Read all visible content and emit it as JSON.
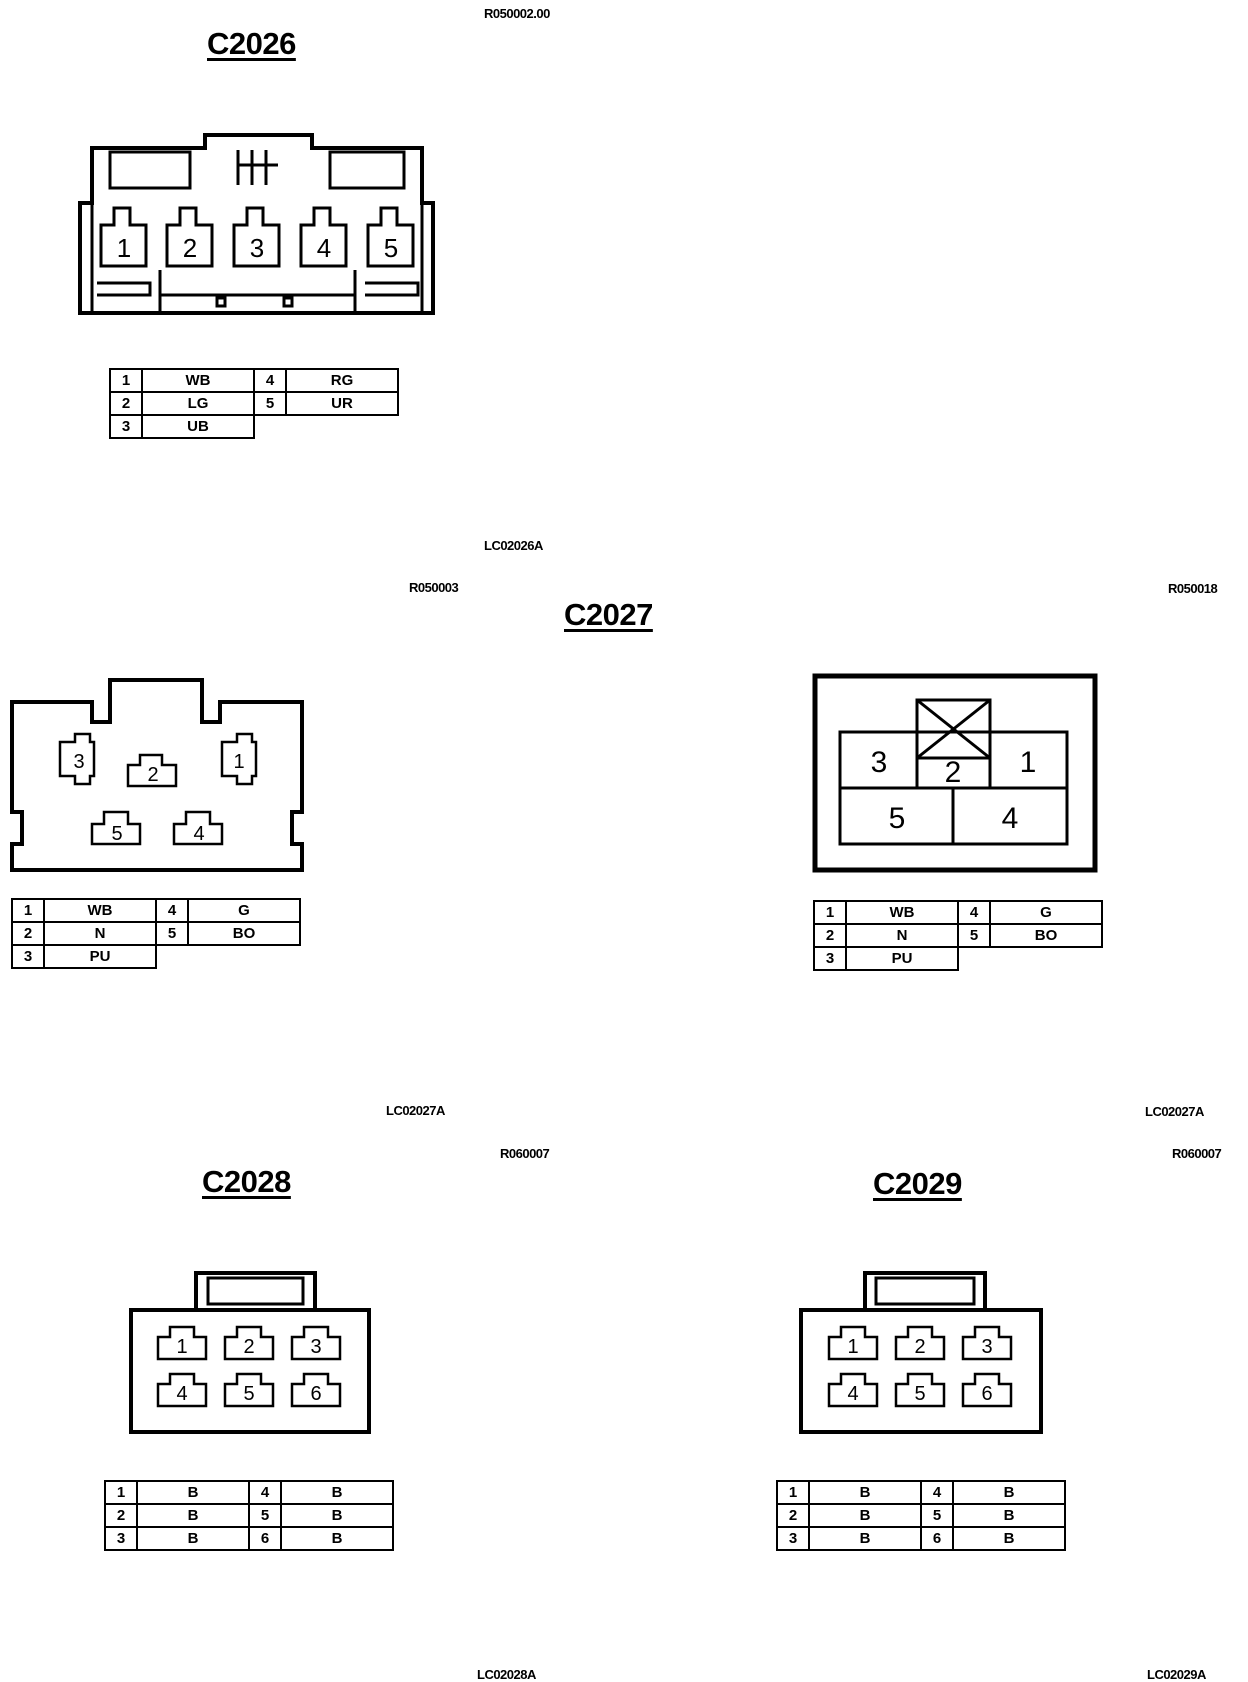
{
  "refs": {
    "r1": "R050002.00",
    "r2": "R050003",
    "r3": "R050018",
    "r4": "R060007",
    "r5": "R060007"
  },
  "titles": {
    "c2026": "C2026",
    "c2027": "C2027",
    "c2028": "C2028",
    "c2029": "C2029"
  },
  "figures": {
    "f1": "LC02026A",
    "f2": "LC02027A",
    "f3": "LC02027A",
    "f4": "LC02028A",
    "f5": "LC02029A"
  },
  "connectors": {
    "c2026": {
      "pins": [
        "1",
        "2",
        "3",
        "4",
        "5"
      ],
      "wires": [
        {
          "pin": "1",
          "color": "WB"
        },
        {
          "pin": "2",
          "color": "LG"
        },
        {
          "pin": "3",
          "color": "UB"
        },
        {
          "pin": "4",
          "color": "RG"
        },
        {
          "pin": "5",
          "color": "UR"
        }
      ]
    },
    "c2027_left": {
      "pins": [
        "3",
        "2",
        "1",
        "5",
        "4"
      ],
      "wires": [
        {
          "pin": "1",
          "color": "WB"
        },
        {
          "pin": "2",
          "color": "N"
        },
        {
          "pin": "3",
          "color": "PU"
        },
        {
          "pin": "4",
          "color": "G"
        },
        {
          "pin": "5",
          "color": "BO"
        }
      ]
    },
    "c2027_right": {
      "pins": [
        "3",
        "2",
        "1",
        "5",
        "4"
      ],
      "wires": [
        {
          "pin": "1",
          "color": "WB"
        },
        {
          "pin": "2",
          "color": "N"
        },
        {
          "pin": "3",
          "color": "PU"
        },
        {
          "pin": "4",
          "color": "G"
        },
        {
          "pin": "5",
          "color": "BO"
        }
      ]
    },
    "c2028": {
      "pins": [
        "1",
        "2",
        "3",
        "4",
        "5",
        "6"
      ],
      "wires": [
        {
          "pin": "1",
          "color": "B"
        },
        {
          "pin": "2",
          "color": "B"
        },
        {
          "pin": "3",
          "color": "B"
        },
        {
          "pin": "4",
          "color": "B"
        },
        {
          "pin": "5",
          "color": "B"
        },
        {
          "pin": "6",
          "color": "B"
        }
      ]
    },
    "c2029": {
      "pins": [
        "1",
        "2",
        "3",
        "4",
        "5",
        "6"
      ],
      "wires": [
        {
          "pin": "1",
          "color": "B"
        },
        {
          "pin": "2",
          "color": "B"
        },
        {
          "pin": "3",
          "color": "B"
        },
        {
          "pin": "4",
          "color": "B"
        },
        {
          "pin": "5",
          "color": "B"
        },
        {
          "pin": "6",
          "color": "B"
        }
      ]
    }
  }
}
